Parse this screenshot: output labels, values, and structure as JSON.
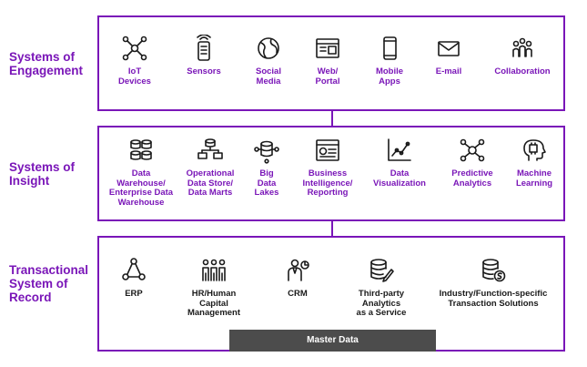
{
  "tiers": {
    "engagement": {
      "label": "Systems of\nEngagement",
      "items": [
        "IoT\nDevices",
        "Sensors",
        "Social\nMedia",
        "Web/\nPortal",
        "Mobile\nApps",
        "E-mail",
        "Collaboration"
      ],
      "icons": [
        "network-icon",
        "sensor-icon",
        "globe-icon",
        "browser-icon",
        "phone-icon",
        "mail-icon",
        "people-icon"
      ]
    },
    "insight": {
      "label": "Systems of\nInsight",
      "items": [
        "Data\nWarehouse/\nEnterprise Data\nWarehouse",
        "Operational\nData Store/\nData Marts",
        "Big\nData\nLakes",
        "Business\nIntelligence/\nReporting",
        "Data\nVisualization",
        "Predictive\nAnalytics",
        "Machine\nLearning"
      ],
      "icons": [
        "database-cluster-icon",
        "data-mart-icon",
        "data-lake-icon",
        "dashboard-icon",
        "line-chart-icon",
        "predictive-icon",
        "brain-icon"
      ]
    },
    "record": {
      "label": "Transactional\nSystem of\nRecord",
      "items": [
        "ERP",
        "HR/Human\nCapital\nManagement",
        "CRM",
        "Third-party\nAnalytics\nas a Service",
        "Industry/Function-specific\nTransaction Solutions"
      ],
      "icons": [
        "erp-icon",
        "hr-people-icon",
        "crm-icon",
        "database-edit-icon",
        "database-money-icon"
      ]
    }
  },
  "master_data": "Master Data",
  "colors": {
    "accent": "#7a16b8",
    "icon": "#1a1a1a",
    "bar": "#4c4c4c"
  }
}
